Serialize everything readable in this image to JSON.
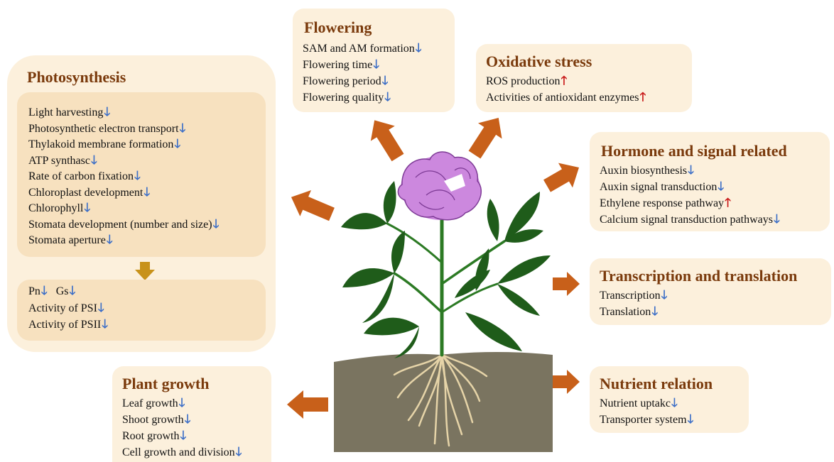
{
  "colors": {
    "title": "#7a3a0c",
    "box_bg": "#fcf0dc",
    "inner_bg": "#f7e1bf",
    "arrow": "#c8601a",
    "down_arrow": "#3d6fc7",
    "up_arrow": "#c81818",
    "soil": "#7a7460",
    "leaf": "#1f5c1a",
    "flower": "#cc88de",
    "root": "#e6d4a8"
  },
  "arrow_glyphs": {
    "down": "🡓",
    "up": "🡑"
  },
  "photosynthesis": {
    "title": "Photosynthesis",
    "items": [
      {
        "text": "Light harvesting",
        "dir": "down"
      },
      {
        "text": "Photosynthetic electron transport",
        "dir": "down"
      },
      {
        "text": "Thylakoid membrane formation",
        "dir": "down"
      },
      {
        "text": "ATP synthasc",
        "dir": "down"
      },
      {
        "text": "Rate of carbon fixation",
        "dir": "down"
      },
      {
        "text": "Chloroplast development",
        "dir": "down"
      },
      {
        "text": "Chlorophyll",
        "dir": "down"
      },
      {
        "text": "Stomata development (number and size)",
        "dir": "down"
      },
      {
        "text": "Stomata aperture",
        "dir": "down"
      }
    ],
    "results": {
      "pn": "Pn",
      "gs": "Gs",
      "items": [
        {
          "text": "Activity of PSI",
          "dir": "down"
        },
        {
          "text": "Activity of PSII",
          "dir": "down"
        }
      ]
    }
  },
  "flowering": {
    "title": "Flowering",
    "items": [
      {
        "text": "SAM and AM formation",
        "dir": "down"
      },
      {
        "text": "Flowering time",
        "dir": "down"
      },
      {
        "text": "Flowering period",
        "dir": "down"
      },
      {
        "text": "Flowering quality",
        "dir": "down"
      }
    ]
  },
  "oxidative": {
    "title": "Oxidative stress",
    "items": [
      {
        "text": "ROS production",
        "dir": "up"
      },
      {
        "text": "Activities of antioxidant enzymes",
        "dir": "up"
      }
    ]
  },
  "hormone": {
    "title": "Hormone and signal related",
    "items": [
      {
        "text": "Auxin biosynthesis",
        "dir": "down"
      },
      {
        "text": "Auxin signal transduction",
        "dir": "down"
      },
      {
        "text": "Ethylene response pathway",
        "dir": "up"
      },
      {
        "text": "Calcium signal transduction pathways",
        "dir": "down"
      }
    ]
  },
  "transcription": {
    "title": "Transcription and translation",
    "items": [
      {
        "text": "Transcription",
        "dir": "down"
      },
      {
        "text": "Translation",
        "dir": "down"
      }
    ]
  },
  "nutrient": {
    "title": "Nutrient relation",
    "items": [
      {
        "text": "Nutrient uptakc",
        "dir": "down"
      },
      {
        "text": "Transporter system",
        "dir": "down"
      }
    ]
  },
  "growth": {
    "title": "Plant growth",
    "items": [
      {
        "text": "Leaf growth",
        "dir": "down"
      },
      {
        "text": "Shoot growth",
        "dir": "down"
      },
      {
        "text": "Root growth",
        "dir": "down"
      },
      {
        "text": "Cell growth and division",
        "dir": "down"
      }
    ]
  }
}
